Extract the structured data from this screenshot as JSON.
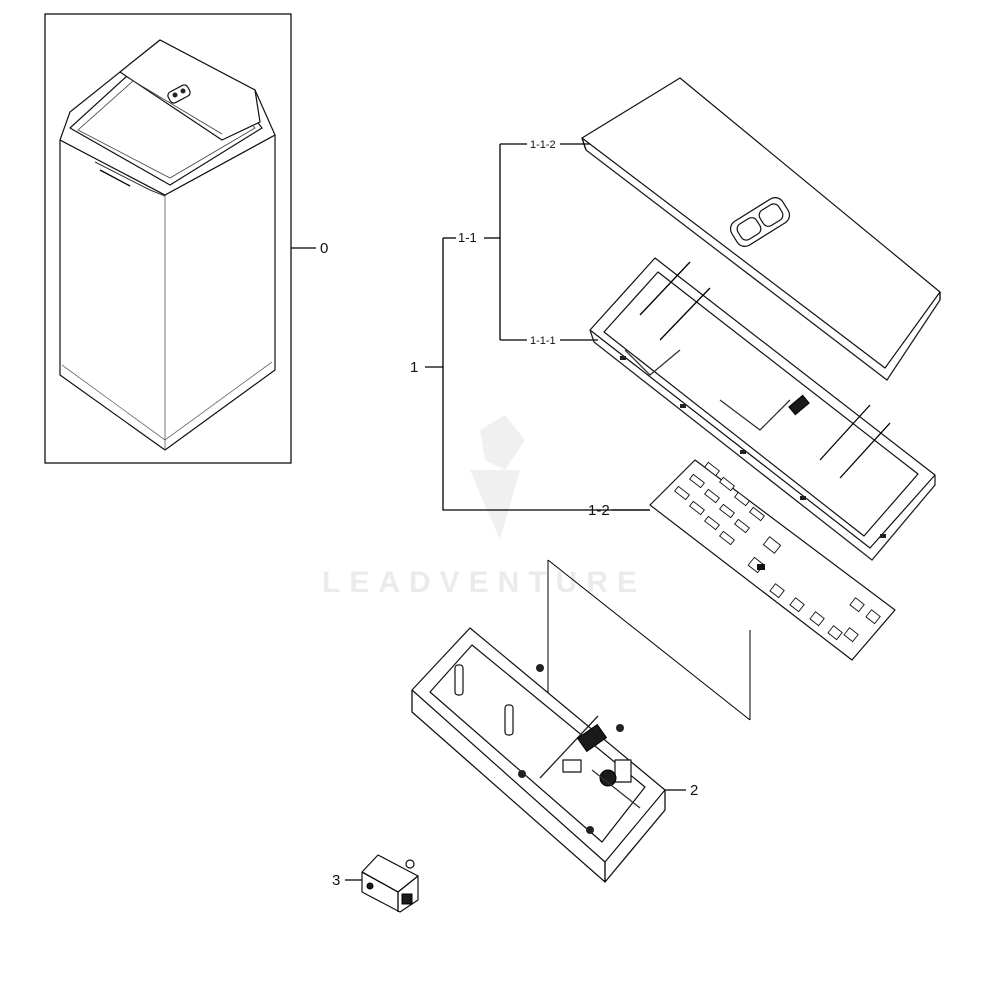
{
  "diagram": {
    "watermark": "LEADVENTURE",
    "callouts": {
      "assembly_0": "0",
      "assembly_1": "1",
      "subassembly_1_1": "1-1",
      "part_1_1_1": "1-1-1",
      "part_1_1_2": "1-1-2",
      "part_1_2": "1-2",
      "part_2": "2",
      "part_3": "3"
    }
  }
}
